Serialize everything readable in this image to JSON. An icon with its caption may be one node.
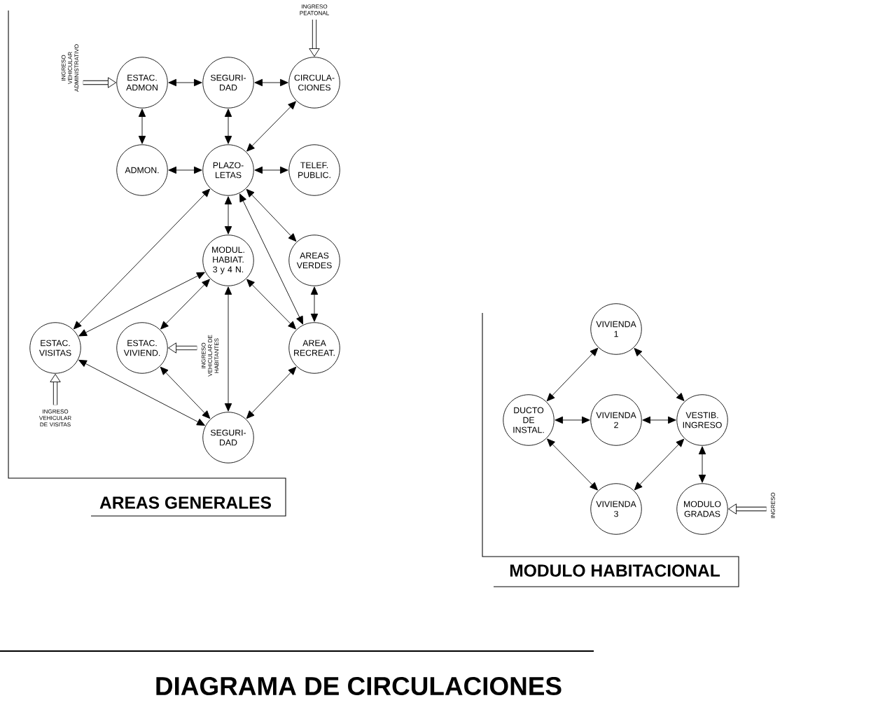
{
  "diagram": {
    "title": "DIAGRAMA DE CIRCULACIONES",
    "nodes": [
      {
        "text": [
          "ESTAC. ADMON"
        ]
      },
      {
        "text": [
          "SEGURI- DAD"
        ]
      },
      {
        "text": [
          "CIRCULA- CIONES"
        ]
      },
      {
        "text": [
          "ADMON."
        ]
      },
      {
        "text": [
          "PLAZO- LETAS"
        ]
      },
      {
        "text": [
          "TELEF. PUBLIC."
        ]
      },
      {
        "text": [
          "MODUL. HABIAT. 3 y 4 N."
        ]
      },
      {
        "text": [
          "AREAS VERDES"
        ]
      },
      {
        "text": [
          "ESTAC. VISITAS"
        ]
      },
      {
        "text": [
          "ESTAC. VIVIEND."
        ]
      },
      {
        "text": [
          "AREA RECREAT."
        ]
      },
      {
        "text": [
          "SEGURI- DAD"
        ]
      },
      {
        "text": [
          "INGRESO PEATONAL"
        ]
      },
      {
        "text": [
          "INGRESO VEHICULAR ADMINISTRATIVO"
        ]
      },
      {
        "text": [
          "INGRESO VEHICULAR DE HABITANTES"
        ]
      },
      {
        "text": [
          "INGRESO VEHICULAR DE VISITAS"
        ]
      },
      {
        "text": [
          "VIVIENDA 1"
        ]
      },
      {
        "text": [
          "DUCTO DE INSTAL."
        ]
      },
      {
        "text": [
          "VIVIENDA 2"
        ]
      },
      {
        "text": [
          "VESTIB. INGRESO"
        ]
      },
      {
        "text": [
          "VIVIENDA 3"
        ]
      },
      {
        "text": [
          "MODULO GRADAS"
        ]
      },
      {
        "text": [
          "INGRESO"
        ]
      }
    ],
    "edges": [
      {
        "from": 0,
        "to": 1,
        "arrow": "both"
      },
      {
        "from": 1,
        "to": 2,
        "arrow": "both"
      },
      {
        "from": 0,
        "to": 3,
        "arrow": "both"
      },
      {
        "from": 1,
        "to": 4,
        "arrow": "both"
      },
      {
        "from": 2,
        "to": 4,
        "arrow": "both"
      },
      {
        "from": 3,
        "to": 4,
        "arrow": "both"
      },
      {
        "from": 4,
        "to": 5,
        "arrow": "both"
      },
      {
        "from": 4,
        "to": 6,
        "arrow": "both"
      },
      {
        "from": 4,
        "to": 7,
        "arrow": "both"
      },
      {
        "from": 4,
        "to": 8,
        "arrow": "both"
      },
      {
        "from": 4,
        "to": 10,
        "arrow": "both"
      },
      {
        "from": 6,
        "to": 8,
        "arrow": "both"
      },
      {
        "from": 6,
        "to": 9,
        "arrow": "both"
      },
      {
        "from": 6,
        "to": 10,
        "arrow": "both"
      },
      {
        "from": 6,
        "to": 11,
        "arrow": "both"
      },
      {
        "from": 7,
        "to": 10,
        "arrow": "both"
      },
      {
        "from": 8,
        "to": 11,
        "arrow": "both"
      },
      {
        "from": 9,
        "to": 11,
        "arrow": "both"
      },
      {
        "from": 10,
        "to": 11,
        "arrow": "both"
      },
      {
        "from": 12,
        "to": 2,
        "arrow": "to",
        "style": "thick"
      },
      {
        "from": 13,
        "to": 0,
        "arrow": "to",
        "style": "thick"
      },
      {
        "from": 14,
        "to": 9,
        "arrow": "to",
        "style": "thick"
      },
      {
        "from": 15,
        "to": 8,
        "arrow": "to",
        "style": "thick"
      },
      {
        "from": 16,
        "to": 17,
        "arrow": "both"
      },
      {
        "from": 16,
        "to": 19,
        "arrow": "both"
      },
      {
        "from": 17,
        "to": 18,
        "arrow": "both"
      },
      {
        "from": 18,
        "to": 19,
        "arrow": "both"
      },
      {
        "from": 17,
        "to": 20,
        "arrow": "both"
      },
      {
        "from": 19,
        "to": 20,
        "arrow": "both"
      },
      {
        "from": 19,
        "to": 21,
        "arrow": "both"
      },
      {
        "from": 22,
        "to": 21,
        "arrow": "to",
        "style": "thick"
      }
    ],
    "labels": [
      "AREAS GENERALES",
      "MODULO HABITACIONAL"
    ]
  }
}
